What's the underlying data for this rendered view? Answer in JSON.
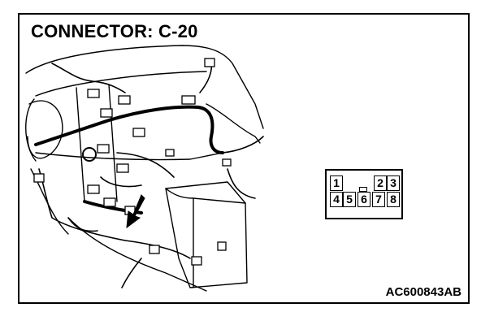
{
  "title": "CONNECTOR: C-20",
  "illustration_code": "AC600843AB",
  "connector": {
    "pins_top": [
      "1",
      "",
      "",
      "2",
      "3"
    ],
    "pins_bottom": [
      "4",
      "5",
      "6",
      "7",
      "8"
    ]
  },
  "colors": {
    "line": "#000000",
    "background": "#ffffff"
  }
}
